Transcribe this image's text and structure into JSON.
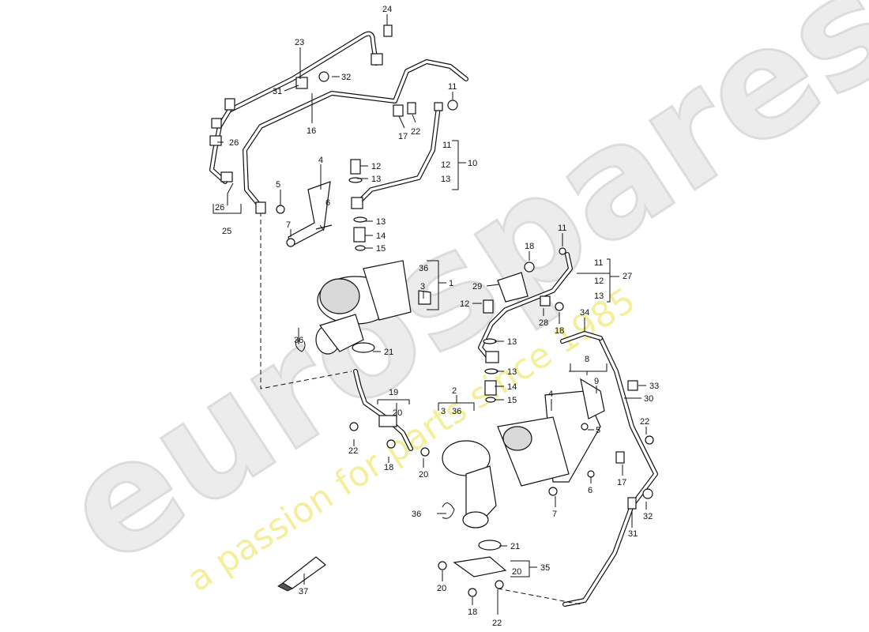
{
  "watermark": {
    "brand": "eurospares",
    "tagline": "a passion for parts since 1985"
  },
  "callouts": {
    "c24": "24",
    "c23": "23",
    "c32a": "32",
    "c31a": "31",
    "c16": "16",
    "c11a": "11",
    "c17a": "17",
    "c22a": "22",
    "c26a": "26",
    "c11b": "11",
    "c10": "10",
    "c12b": "12",
    "c13b": "13",
    "c4a": "4",
    "c5a": "5",
    "c12a": "12",
    "c13a": "13",
    "c26b": "26",
    "c25": "25",
    "c6a": "6",
    "c7a": "7",
    "c13c": "13",
    "c14a": "14",
    "c15a": "15",
    "c36a": "36",
    "c1": "1",
    "c3a": "3",
    "c18a": "18",
    "c11c": "11",
    "c29": "29",
    "c11d": "11",
    "c27": "27",
    "c12d": "12",
    "c13d": "13",
    "c12c": "12",
    "c28": "28",
    "c18b": "18",
    "c34": "34",
    "c36b": "36",
    "c21a": "21",
    "c13e": "13",
    "c13f": "13",
    "c14b": "14",
    "c15b": "15",
    "c8": "8",
    "c9": "9",
    "c33": "33",
    "c30": "30",
    "c19": "19",
    "c20a": "20",
    "c2": "2",
    "c3b": "3",
    "c36c": "36",
    "c4b": "4",
    "c5b": "5",
    "c22b": "22",
    "c22c": "22",
    "c18c": "18",
    "c20b": "20",
    "c6b": "6",
    "c17b": "17",
    "c7b": "7",
    "c32b": "32",
    "c31b": "31",
    "c36d": "36",
    "c21b": "21",
    "c35": "35",
    "c20c": "20",
    "c20d": "20",
    "c37": "37",
    "c18d": "18",
    "c22d": "22"
  }
}
